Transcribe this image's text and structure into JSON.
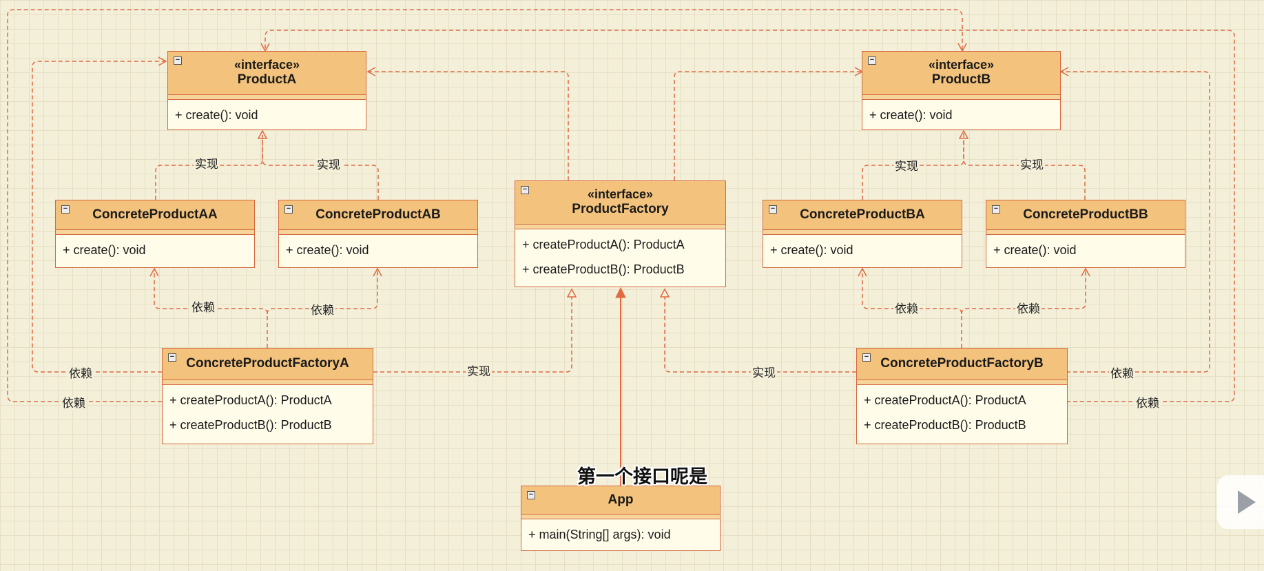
{
  "nodes": {
    "productA": {
      "stereotype": "«interface»",
      "name": "ProductA",
      "members": [
        "+ create(): void"
      ]
    },
    "productB": {
      "stereotype": "«interface»",
      "name": "ProductB",
      "members": [
        "+ create(): void"
      ]
    },
    "productFactory": {
      "stereotype": "«interface»",
      "name": "ProductFactory",
      "members": [
        "+ createProductA(): ProductA",
        "+ createProductB(): ProductB"
      ]
    },
    "concreteProductAA": {
      "name": "ConcreteProductAA",
      "members": [
        "+ create(): void"
      ]
    },
    "concreteProductAB": {
      "name": "ConcreteProductAB",
      "members": [
        "+ create(): void"
      ]
    },
    "concreteProductBA": {
      "name": "ConcreteProductBA",
      "members": [
        "+ create(): void"
      ]
    },
    "concreteProductBB": {
      "name": "ConcreteProductBB",
      "members": [
        "+ create(): void"
      ]
    },
    "concreteProductFactoryA": {
      "name": "ConcreteProductFactoryA",
      "members": [
        "+ createProductA(): ProductA",
        "+ createProductB(): ProductB"
      ]
    },
    "concreteProductFactoryB": {
      "name": "ConcreteProductFactoryB",
      "members": [
        "+ createProductA(): ProductA",
        "+ createProductB(): ProductB"
      ]
    },
    "app": {
      "name": "App",
      "members": [
        "+ main(String[] args): void"
      ]
    }
  },
  "edge_labels": {
    "realize": "实现",
    "depend": "依赖"
  },
  "subtitle": "第一个接口呢是",
  "colors": {
    "line": "#e06a42",
    "header": "#f3c27c",
    "border": "#d4683e",
    "grid": "#e6dfc4",
    "background": "#f3efd9"
  },
  "icons": {
    "collapse": "collapse-icon",
    "video": "play-icon"
  }
}
